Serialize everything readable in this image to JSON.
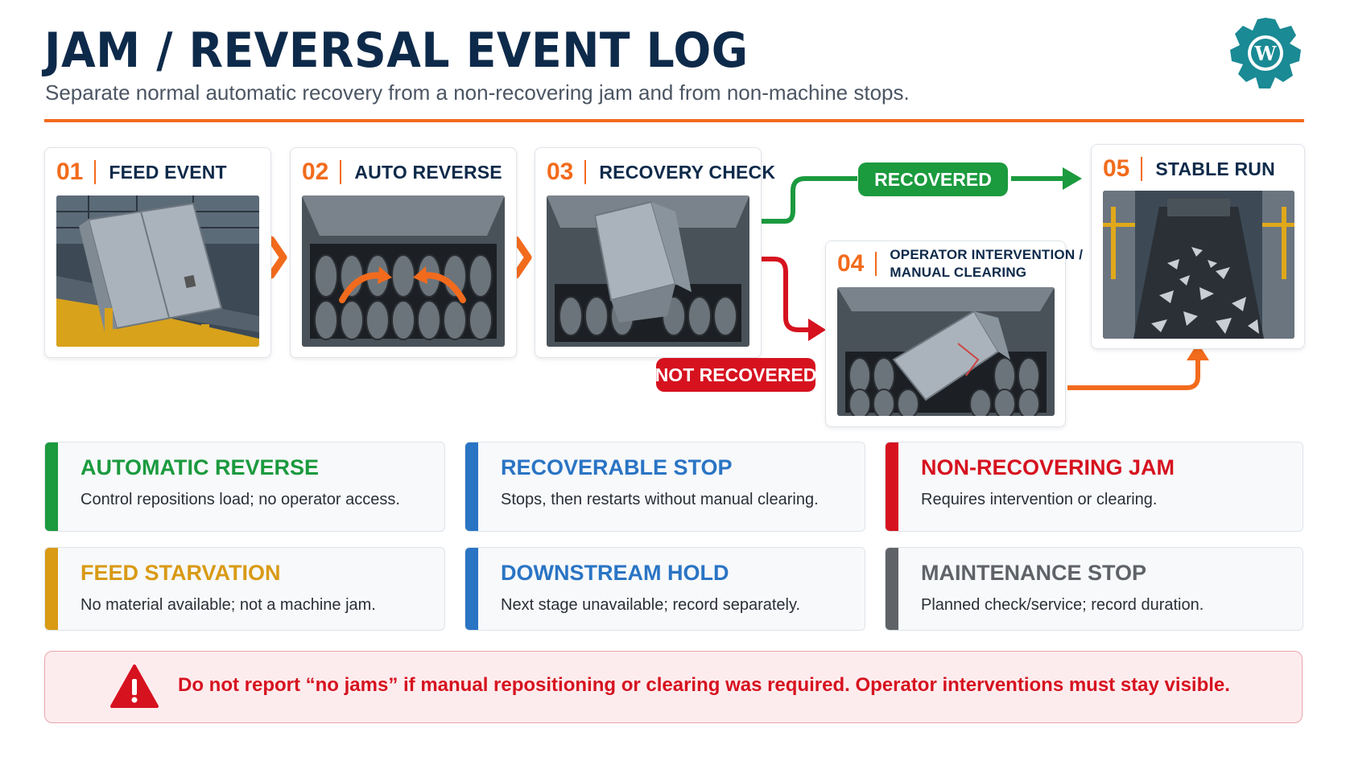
{
  "header": {
    "title": "JAM / REVERSAL EVENT LOG",
    "subtitle": "Separate normal automatic recovery from a non-recovering jam and from non-machine stops."
  },
  "colors": {
    "navy": "#0e2a4a",
    "orange": "#f26b1d",
    "green": "#1b9a3e",
    "red": "#d6121f",
    "blue": "#2a74c4",
    "amber": "#d99a14",
    "gray": "#5f6368",
    "logo_teal": "#1a8a94"
  },
  "steps": [
    {
      "num": "01",
      "label": "FEED EVENT"
    },
    {
      "num": "02",
      "label": "AUTO REVERSE"
    },
    {
      "num": "03",
      "label": "RECOVERY CHECK"
    },
    {
      "num": "04",
      "label_line1": "OPERATOR INTERVENTION /",
      "label_line2": "MANUAL CLEARING"
    },
    {
      "num": "05",
      "label": "STABLE RUN"
    }
  ],
  "branches": {
    "recovered": "RECOVERED",
    "not_recovered": "NOT RECOVERED"
  },
  "categories": [
    {
      "title": "AUTOMATIC REVERSE",
      "desc": "Control repositions load; no operator access.",
      "color": "#1b9a3e"
    },
    {
      "title": "RECOVERABLE STOP",
      "desc": "Stops, then restarts without manual clearing.",
      "color": "#2a74c4"
    },
    {
      "title": "NON-RECOVERING JAM",
      "desc": "Requires intervention or clearing.",
      "color": "#d6121f"
    },
    {
      "title": "FEED STARVATION",
      "desc": "No material available; not a machine jam.",
      "color": "#d99a14"
    },
    {
      "title": "DOWNSTREAM HOLD",
      "desc": "Next stage unavailable; record separately.",
      "color": "#2a74c4"
    },
    {
      "title": "MAINTENANCE STOP",
      "desc": "Planned check/service; record duration.",
      "color": "#5f6368"
    }
  ],
  "warning": {
    "icon": "warning-triangle-icon",
    "text": "Do not report “no jams” if manual repositioning or clearing was required. Operator interventions must stay visible."
  },
  "logo": {
    "icon": "shredder-gear-logo-icon",
    "mark": "W"
  }
}
